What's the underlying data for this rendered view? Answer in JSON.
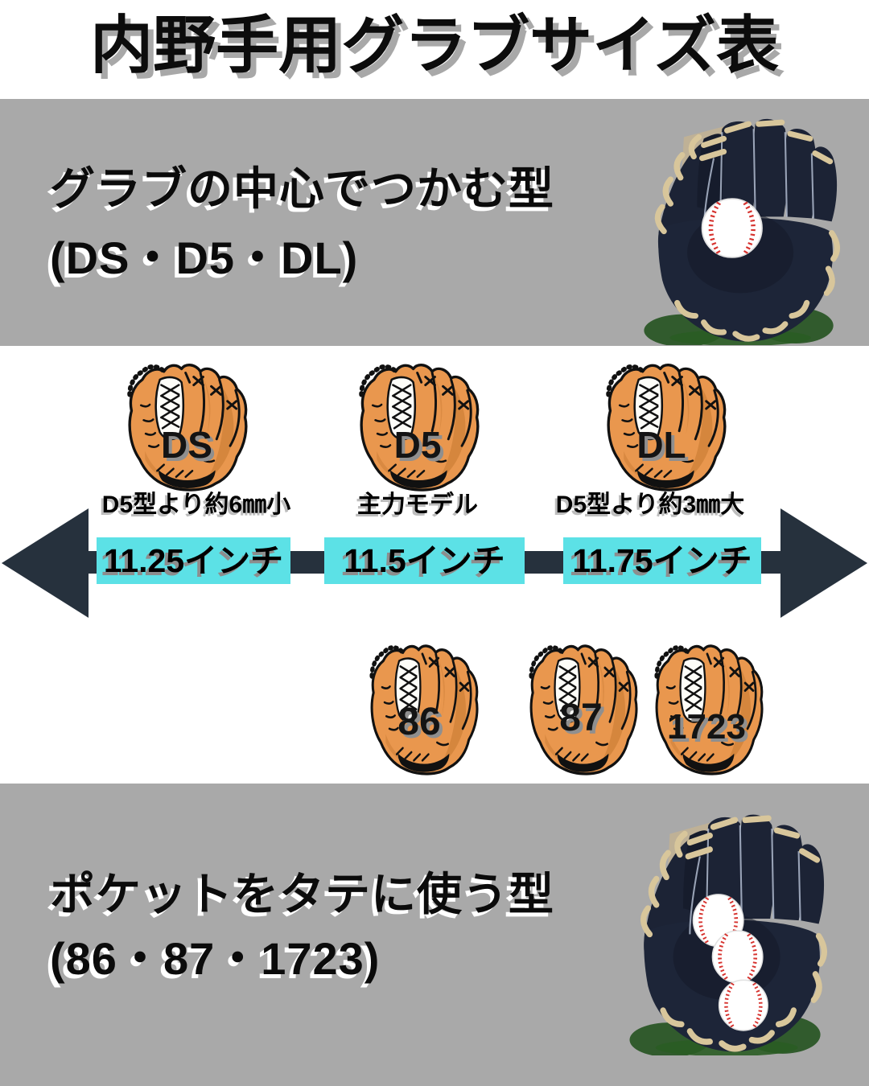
{
  "title": "内野手用グラブサイズ表",
  "colors": {
    "section_bg": "#a9a9a9",
    "arrow_dark": "#26313d",
    "size_highlight": "#5ce1e6",
    "glove_cartoon_orange": "#e9974e",
    "glove_photo_navy": "#1d2538",
    "lace_cream": "#d8c69b",
    "baseball_stitch_red": "#d6322e"
  },
  "section_top": {
    "line1": "グラブの中心でつかむ型",
    "line2": "(DS・D5・DL)"
  },
  "center_grip_models": [
    {
      "label": "DS",
      "note": "D5型より約6㎜小",
      "size": "11.25インチ"
    },
    {
      "label": "D5",
      "note": "主力モデル",
      "size": "11.5インチ"
    },
    {
      "label": "DL",
      "note": "D5型より約3㎜大",
      "size": "11.75インチ"
    }
  ],
  "vertical_pocket_models": [
    {
      "label": "86"
    },
    {
      "label": "87"
    },
    {
      "label": "1723"
    }
  ],
  "section_bottom": {
    "line1": "ポケットをタテに使う型",
    "line2": "(86・87・1723)"
  },
  "icons": {
    "cartoon_glove": "baseball-glove-icon",
    "photo_glove_one_ball": "navy-glove-one-ball",
    "photo_glove_three_balls": "navy-glove-three-balls",
    "arrow": "double-headed-arrow",
    "baseball": "baseball"
  }
}
